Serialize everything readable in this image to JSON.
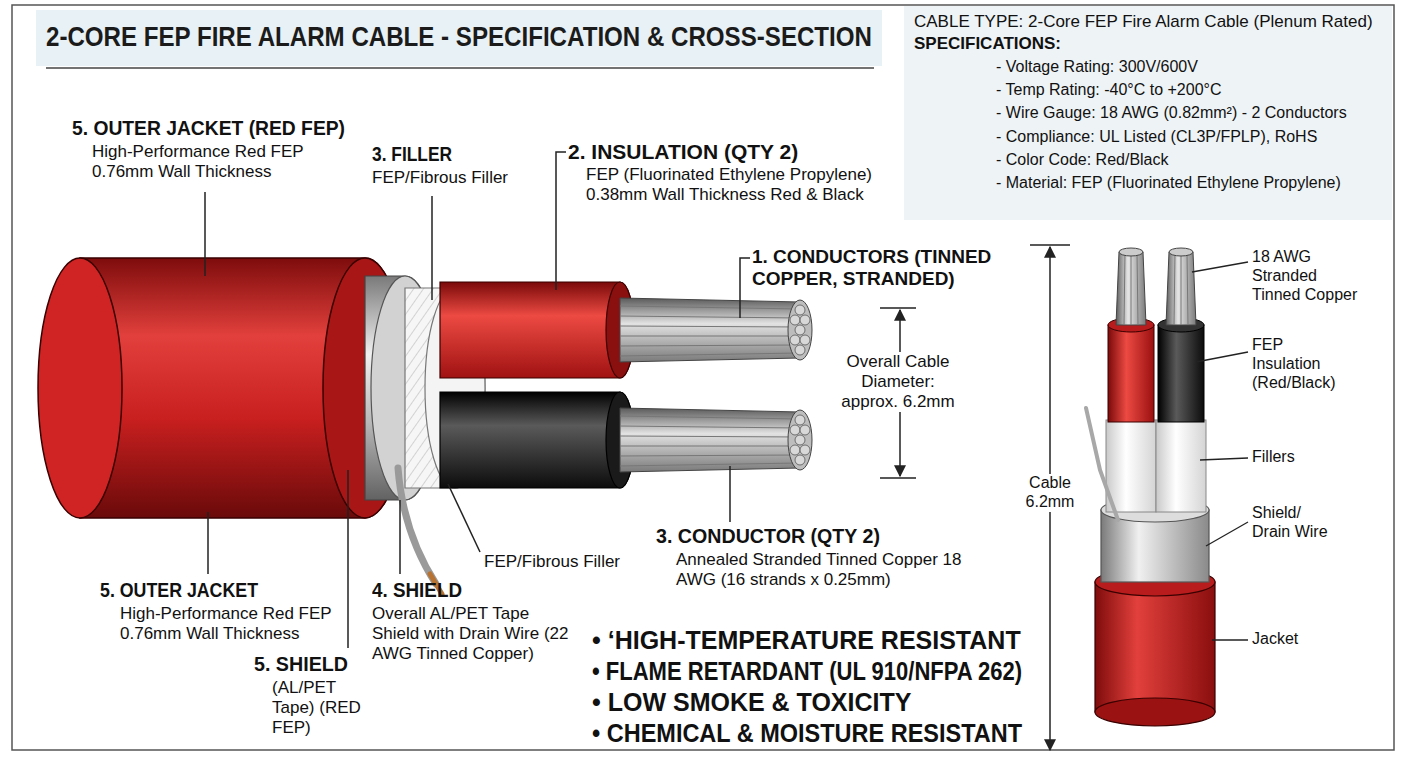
{
  "diagram": {
    "title": "2-CORE FEP FIRE ALARM CABLE - SPECIFICATION & CROSS-SECTION",
    "labels": [
      "CABLE TYPE: 2-Core FEP Fire Alarm Cable (Plenum Rated)",
      "SPECIFICATIONS:",
      "- Voltage Rating: 300V/600V",
      "- Temp Rating: -40°C to +200°C",
      "- Wire Gauge: 18 AWG (0.82mm²) - 2 Conductors",
      "- Compliance: UL Listed (CL3P/FPLP), RoHS",
      "- Color Code: Red/Black",
      "- Material: FEP (Fluorinated Ethylene Propylene)",
      "5. OUTER JACKET (RED FEP)",
      "High-Performance Red FEP 0.76mm Wall Thickness",
      "3. FILLER",
      "FEP/Fibrous Filler",
      "2. INSULATION (QTY 2)",
      "FEP (Fluorinated Ethylene Propylene) 0.38mm Wall Thickness Red & Black",
      "1. CONDUCTORS (TINNED COPPER, STRANDED)",
      "Overall Cable Diameter: approx. 6.2mm",
      "3. CONDUCTOR (QTY 2)",
      "Annealed Stranded Tinned Copper 18 AWG (16 strands x 0.25mm)",
      "FEP/Fibrous Filler",
      "5. OUTER JACKET",
      "High-Performance Red FEP 0.76mm Wall Thickness",
      "4. SHIELD",
      "Overall AL/PET Tape Shield with Drain Wire (22 AWG Tinned Copper)",
      "5. SHIELD",
      "(AL/PET Tape) (RED FEP)",
      "• ‘HIGH-TEMPERATURE RESISTANT",
      "• FLAME RETARDANT (UL 910/NFPA 262)",
      "• LOW SMOKE & TOXICITY",
      "• CHEMICAL & MOISTURE RESISTANT",
      "18 AWG Stranded Tinned Copper",
      "FEP Insulation (Red/Black)",
      "Fillers",
      "Cable 6.2mm",
      "Shield/ Drain Wire",
      "Jacket"
    ]
  }
}
